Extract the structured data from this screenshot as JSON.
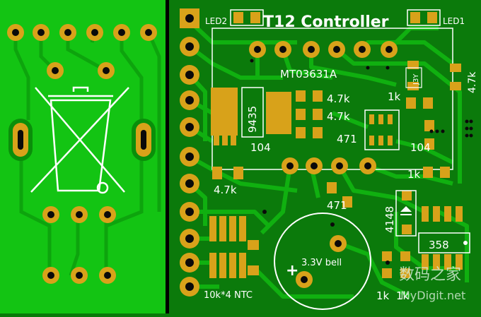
{
  "colors": {
    "board_dark": "#0b7a0b",
    "board_bright": "#13c413",
    "trace": "#0da40d",
    "copper": "#d8a21a",
    "hole": "#0a0a0a",
    "silk": "#ffffff",
    "divider": "#000000"
  },
  "labels": {
    "title": "T12 Controller",
    "led1": "LED1",
    "led2": "LED2",
    "mt": "MT03631A",
    "r_47k_a": "4.7k",
    "r_47k_b": "4.7k",
    "r_47k_c": "4.7k",
    "r_47k_right": "4.7k",
    "r_1k_top": "1k",
    "r_1k_mid": "1k",
    "r_1k_bot_a": "1k",
    "r_1k_bot_b": "1k",
    "cap_471_a": "471",
    "cap_471_b": "471",
    "cap_104_a": "104",
    "cap_104_b": "104",
    "part_9435": "9435",
    "part_4148": "4148",
    "part_358": "358",
    "part_j3y": "J3Y",
    "buzzer_plus": "+",
    "buzzer": "3.3V bell",
    "ntc": "10k*4 NTC",
    "watermark_cn": "数码之家",
    "watermark_en": "MyDigit.net"
  },
  "icons": {
    "recycle": "crossed-out-wheelie-bin-icon"
  }
}
